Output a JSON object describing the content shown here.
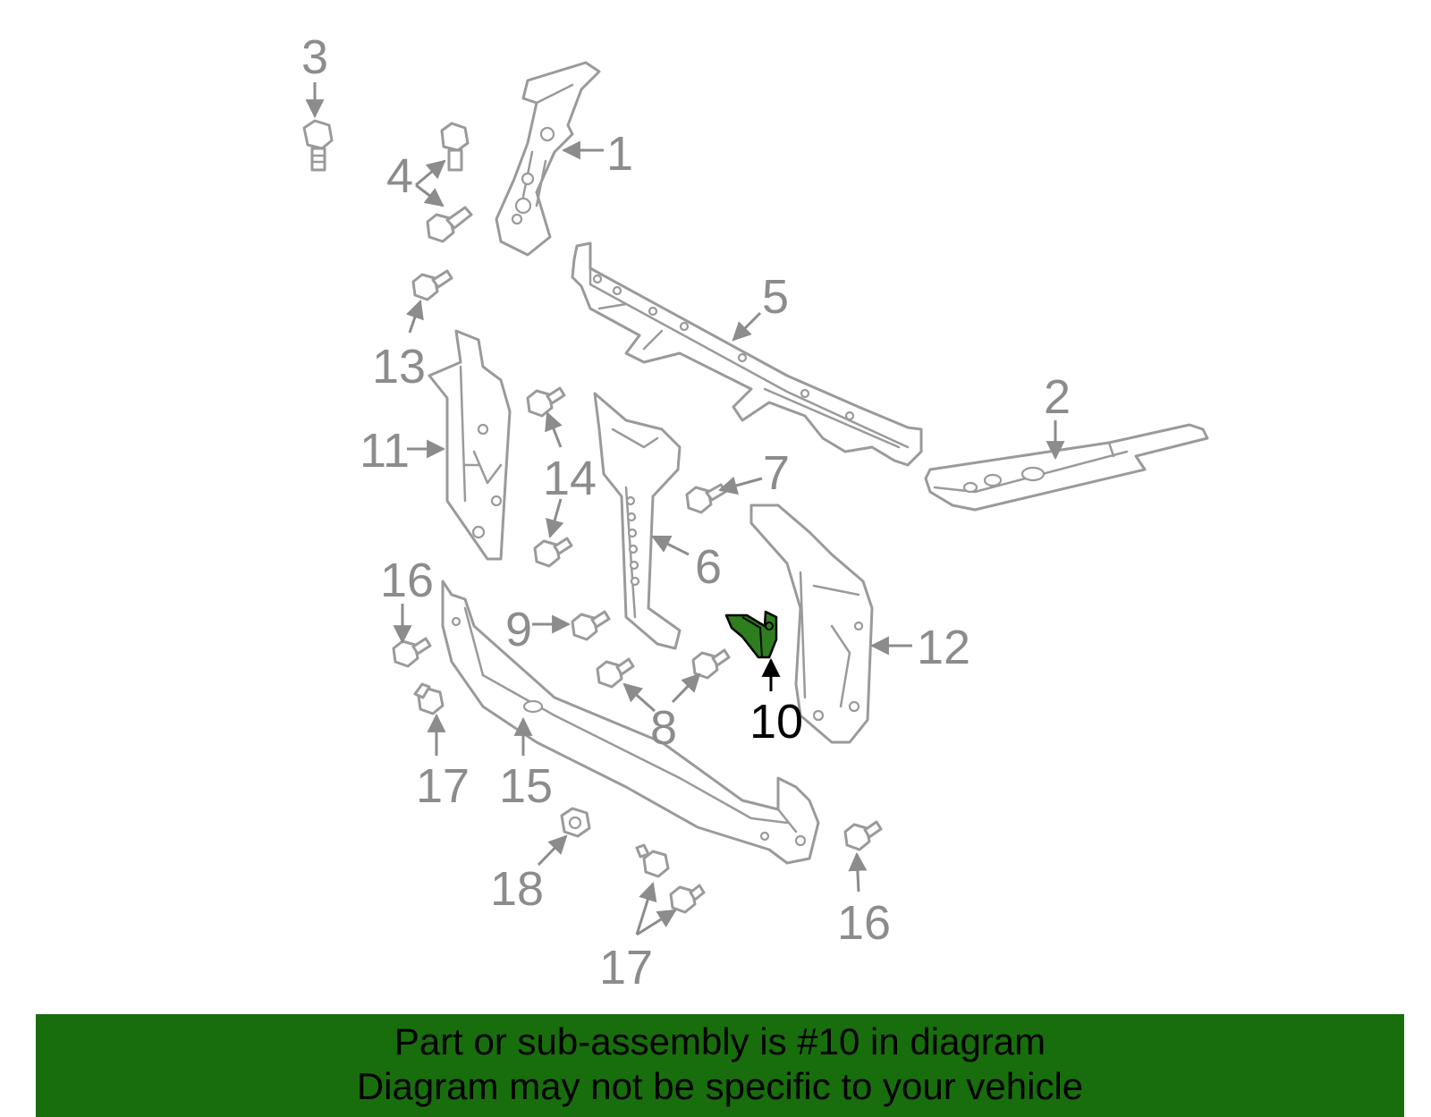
{
  "callouts": {
    "c1": "1",
    "c2": "2",
    "c3": "3",
    "c4": "4",
    "c5": "5",
    "c6": "6",
    "c7": "7",
    "c8": "8",
    "c9": "9",
    "c10": "10",
    "c11": "11",
    "c12": "12",
    "c13": "13",
    "c14": "14",
    "c15": "15",
    "c16a": "16",
    "c16b": "16",
    "c17a": "17",
    "c17b": "17",
    "c17c": "17",
    "c18": "18"
  },
  "highlight": {
    "part_number": "10",
    "color": "#2e7d1e"
  },
  "banner": {
    "line1": "Part or sub-assembly is #10 in diagram",
    "line2": "Diagram may not be specific to your vehicle",
    "background": "#186e0c"
  }
}
